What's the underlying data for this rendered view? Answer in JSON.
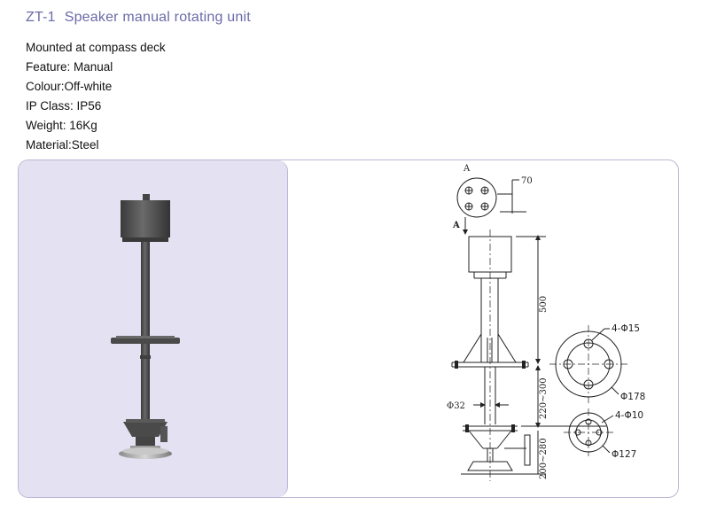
{
  "header": {
    "code": "ZT-1",
    "title": "Speaker manual rotating unit"
  },
  "specs": [
    "Mounted at compass deck",
    "Feature: Manual",
    "Colour:Off-white",
    "IP Class: IP56",
    "Weight: 16Kg",
    "Material:Steel"
  ],
  "drawing": {
    "view_label": "A",
    "arrow_label": "A",
    "dim_70": "70",
    "dim_500": "500",
    "dim_220_300": "220~300",
    "dim_200_280": "200~280",
    "dim_phi32": "Φ32",
    "flange_upper_holes": "4-Φ15",
    "flange_upper_dia": "Φ178",
    "flange_lower_holes": "4-Φ10",
    "flange_lower_dia": "Φ127"
  },
  "colors": {
    "title": "#6b6aa8",
    "panel_bg": "#e3e1f2",
    "border": "#b9b8d4",
    "steel": "#4d4d4d"
  }
}
